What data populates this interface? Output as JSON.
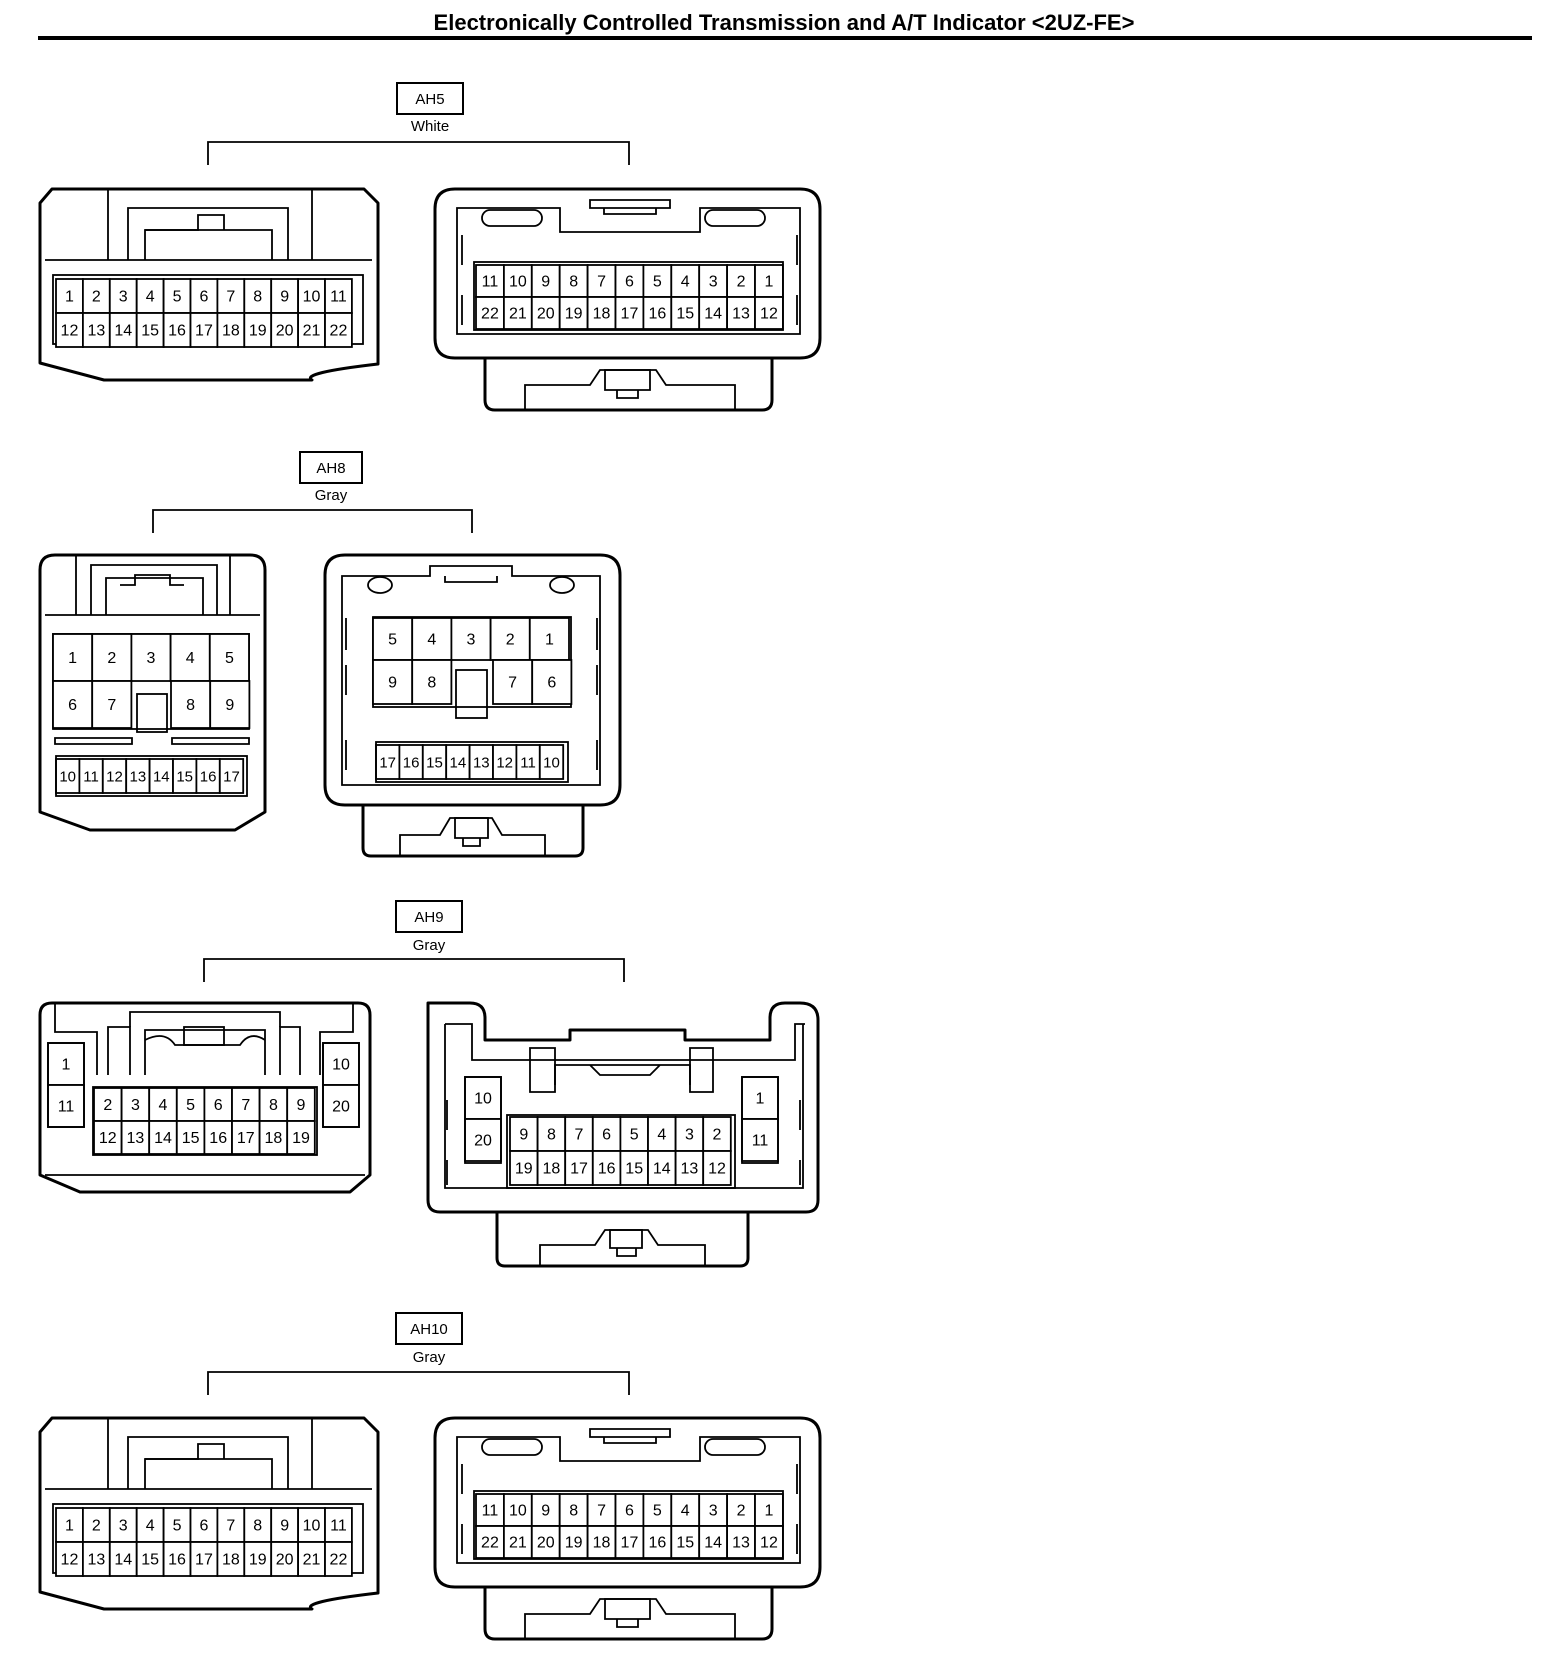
{
  "title": "Electronically Controlled Transmission and A/T Indicator <2UZ-FE>",
  "connectors": [
    {
      "code": "AH5",
      "color": "White",
      "left_pins": {
        "row1": [
          "1",
          "2",
          "3",
          "4",
          "5",
          "6",
          "7",
          "8",
          "9",
          "10",
          "11"
        ],
        "row2": [
          "12",
          "13",
          "14",
          "15",
          "16",
          "17",
          "18",
          "19",
          "20",
          "21",
          "22"
        ]
      },
      "right_pins": {
        "row1": [
          "11",
          "10",
          "9",
          "8",
          "7",
          "6",
          "5",
          "4",
          "3",
          "2",
          "1"
        ],
        "row2": [
          "22",
          "21",
          "20",
          "19",
          "18",
          "17",
          "16",
          "15",
          "14",
          "13",
          "12"
        ]
      }
    },
    {
      "code": "AH8",
      "color": "Gray",
      "left_pins": {
        "row1": [
          "1",
          "2",
          "3",
          "4",
          "5"
        ],
        "row2": [
          "6",
          "7",
          "8",
          "9"
        ],
        "row3": [
          "10",
          "11",
          "12",
          "13",
          "14",
          "15",
          "16",
          "17"
        ]
      },
      "right_pins": {
        "row1": [
          "5",
          "4",
          "3",
          "2",
          "1"
        ],
        "row2": [
          "9",
          "8",
          "7",
          "6"
        ],
        "row3": [
          "17",
          "16",
          "15",
          "14",
          "13",
          "12",
          "11",
          "10"
        ]
      }
    },
    {
      "code": "AH9",
      "color": "Gray",
      "left_pins": {
        "side_left": [
          "1",
          "11"
        ],
        "row1": [
          "2",
          "3",
          "4",
          "5",
          "6",
          "7",
          "8",
          "9"
        ],
        "row2": [
          "12",
          "13",
          "14",
          "15",
          "16",
          "17",
          "18",
          "19"
        ],
        "side_right": [
          "10",
          "20"
        ]
      },
      "right_pins": {
        "side_left": [
          "10",
          "20"
        ],
        "row1": [
          "9",
          "8",
          "7",
          "6",
          "5",
          "4",
          "3",
          "2"
        ],
        "row2": [
          "19",
          "18",
          "17",
          "16",
          "15",
          "14",
          "13",
          "12"
        ],
        "side_right": [
          "1",
          "11"
        ]
      }
    },
    {
      "code": "AH10",
      "color": "Gray",
      "left_pins": {
        "row1": [
          "1",
          "2",
          "3",
          "4",
          "5",
          "6",
          "7",
          "8",
          "9",
          "10",
          "11"
        ],
        "row2": [
          "12",
          "13",
          "14",
          "15",
          "16",
          "17",
          "18",
          "19",
          "20",
          "21",
          "22"
        ]
      },
      "right_pins": {
        "row1": [
          "11",
          "10",
          "9",
          "8",
          "7",
          "6",
          "5",
          "4",
          "3",
          "2",
          "1"
        ],
        "row2": [
          "22",
          "21",
          "20",
          "19",
          "18",
          "17",
          "16",
          "15",
          "14",
          "13",
          "12"
        ]
      }
    }
  ]
}
